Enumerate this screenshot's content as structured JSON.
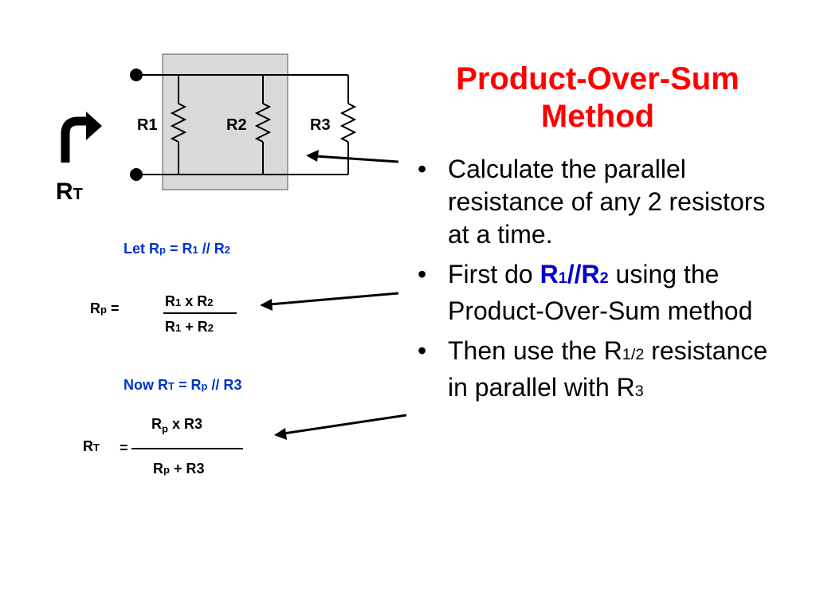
{
  "title": {
    "line1": "Product-Over-Sum",
    "line2": "Method"
  },
  "bullets": [
    {
      "part1": "Calculate the parallel resistance of any 2 resistors at a time."
    },
    {
      "prefix": "First do ",
      "r": "R",
      "r_sub1": "1",
      "sep": "//",
      "r2": "R",
      "r_sub2": "2",
      "suffix": " using the Product-Over-Sum method"
    },
    {
      "prefix": "Then use the R",
      "sub": "1/2",
      "mid": " resistance in parallel with R",
      "end_sub": "3"
    }
  ],
  "circuit": {
    "r1": "R1",
    "r2": "R2",
    "r3": "R3",
    "rt_main": "R",
    "rt_sub": "T"
  },
  "formula1": {
    "text": "Let R",
    "p": "p",
    "eq": " = R",
    "one": "1",
    "par": " // R",
    "two": "2"
  },
  "formula2": {
    "lhs_r": "R",
    "lhs_p": "p",
    "lhs_eq": " =",
    "num_r1": "R",
    "num_1": "1",
    "num_x": " x R",
    "num_2": "2",
    "den_r1": "R",
    "den_1": "1",
    "den_plus": " + R",
    "den_2": "2"
  },
  "formula3": {
    "text": "Now R",
    "t": "T",
    "eq": " = R",
    "p": "p",
    "par": " // R",
    "three": "3"
  },
  "formula4": {
    "lhs_r": "R",
    "lhs_t": "T",
    "lhs_eq": "=",
    "num_r": "R",
    "num_p": "p",
    "num_x": " x R",
    "num_3": "3",
    "den_r": "R",
    "den_p": "p",
    "den_plus": " + R",
    "den_3": "3"
  },
  "colors": {
    "title": "#ff0000",
    "formula_blue": "#0033cc",
    "circuit_box": "#d9d9d9"
  }
}
